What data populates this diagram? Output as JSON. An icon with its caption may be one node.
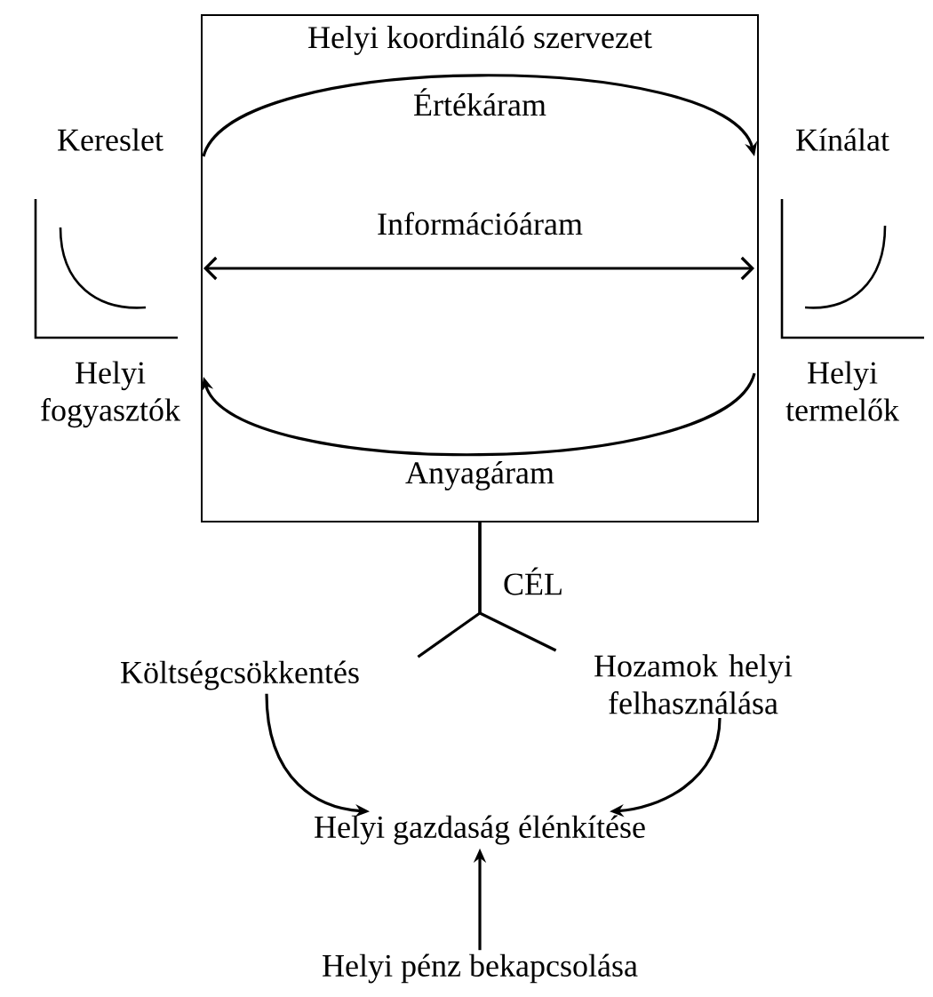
{
  "diagram": {
    "nodes": [
      {
        "text": [
          "Helyi koordináló szervezet",
          "Értékáram",
          "Információáram",
          "Anyagáram"
        ]
      },
      {
        "text": [
          "Kereslet",
          "Helyi fogyasztók"
        ]
      },
      {
        "text": [
          "Kínálat",
          "Helyi termelők"
        ]
      },
      {
        "text": [
          "Költségcsökkentés"
        ]
      },
      {
        "text": [
          "Hozamok helyi felhasználása"
        ]
      },
      {
        "text": [
          "Helyi gazdaság élénkítése"
        ]
      },
      {
        "text": [
          "Helyi pénz bekapcsolása"
        ]
      }
    ],
    "edges": [
      {
        "from": 0,
        "to": 3,
        "arrow": "none"
      },
      {
        "from": 0,
        "to": 4,
        "arrow": "none"
      },
      {
        "from": 3,
        "to": 5,
        "arrow": "to"
      },
      {
        "from": 4,
        "to": 5,
        "arrow": "to"
      },
      {
        "from": 6,
        "to": 5,
        "arrow": "to"
      }
    ],
    "labels": [
      "CÉL"
    ]
  }
}
